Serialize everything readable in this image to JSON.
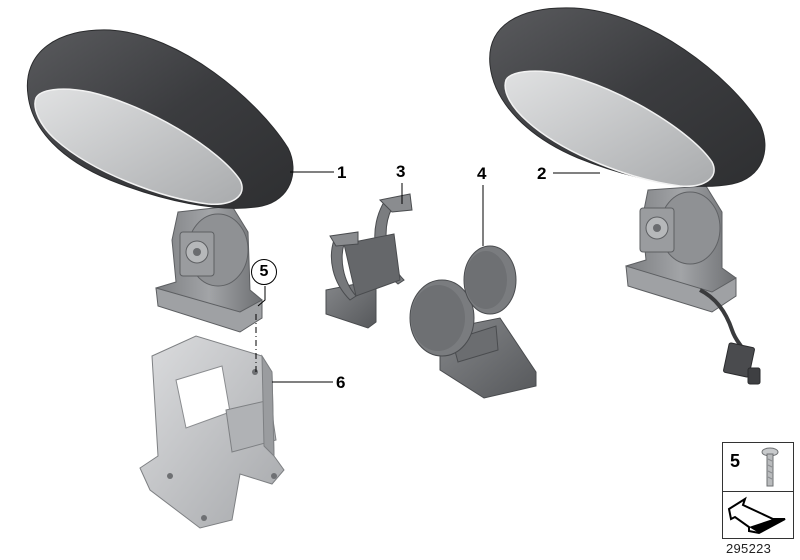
{
  "diagram": {
    "type": "exploded-parts-diagram",
    "subject": "center armrest assembly",
    "image_id": "295223",
    "colors": {
      "armrest_dark": "#3f4043",
      "armrest_light_panel": "#c9cbcd",
      "mechanism_gray": "#8e9093",
      "bracket_silver": "#c4c6c8",
      "cover_gray": "#6d6f72",
      "line": "#000000"
    },
    "parts": [
      {
        "id": "1",
        "label": "1",
        "description": "armrest with base (left)"
      },
      {
        "id": "2",
        "label": "2",
        "description": "armrest with base and wiring harness (right)"
      },
      {
        "id": "3",
        "label": "3",
        "description": "split clamp cover"
      },
      {
        "id": "4",
        "label": "4",
        "description": "round cap cover with foot"
      },
      {
        "id": "5",
        "label": "5",
        "description": "screw (circled, connecting armrest base to bracket)"
      },
      {
        "id": "6",
        "label": "6",
        "description": "mounting bracket"
      }
    ],
    "legend": {
      "number": "5",
      "icon_top": "screw-icon",
      "icon_bottom": "arrow-icon"
    }
  }
}
